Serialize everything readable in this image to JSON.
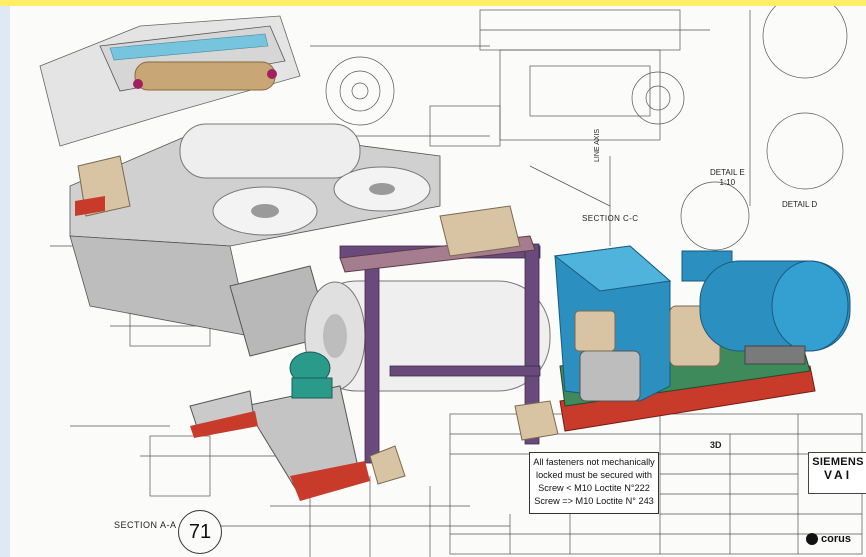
{
  "drawing": {
    "section_aa": "SECTION A-A",
    "section_cc": "SECTION C-C",
    "detail_e_line1": "DETAIL E",
    "detail_e_line2": "1:10",
    "detail_d": "DETAIL D",
    "line_axis": "LINE AXIS",
    "page_number": "71"
  },
  "note": {
    "line1": "All fasteners not mechanically",
    "line2": "locked must be secured with",
    "line3": "Screw < M10 Loctite N°222",
    "line4": "Screw => M10 Loctite N° 243"
  },
  "title_block": {
    "brand_line1": "SIEMENS",
    "brand_line2": "VAI",
    "client": "corus",
    "view_label": "3D"
  },
  "colors": {
    "top_band": "#ffee66",
    "left_band": "#dfe9f5",
    "motor_blue": "#2b8fc0",
    "frame_purple": "#6a4a7a",
    "base_red": "#c83a2a",
    "base_green": "#3f8a5a"
  }
}
